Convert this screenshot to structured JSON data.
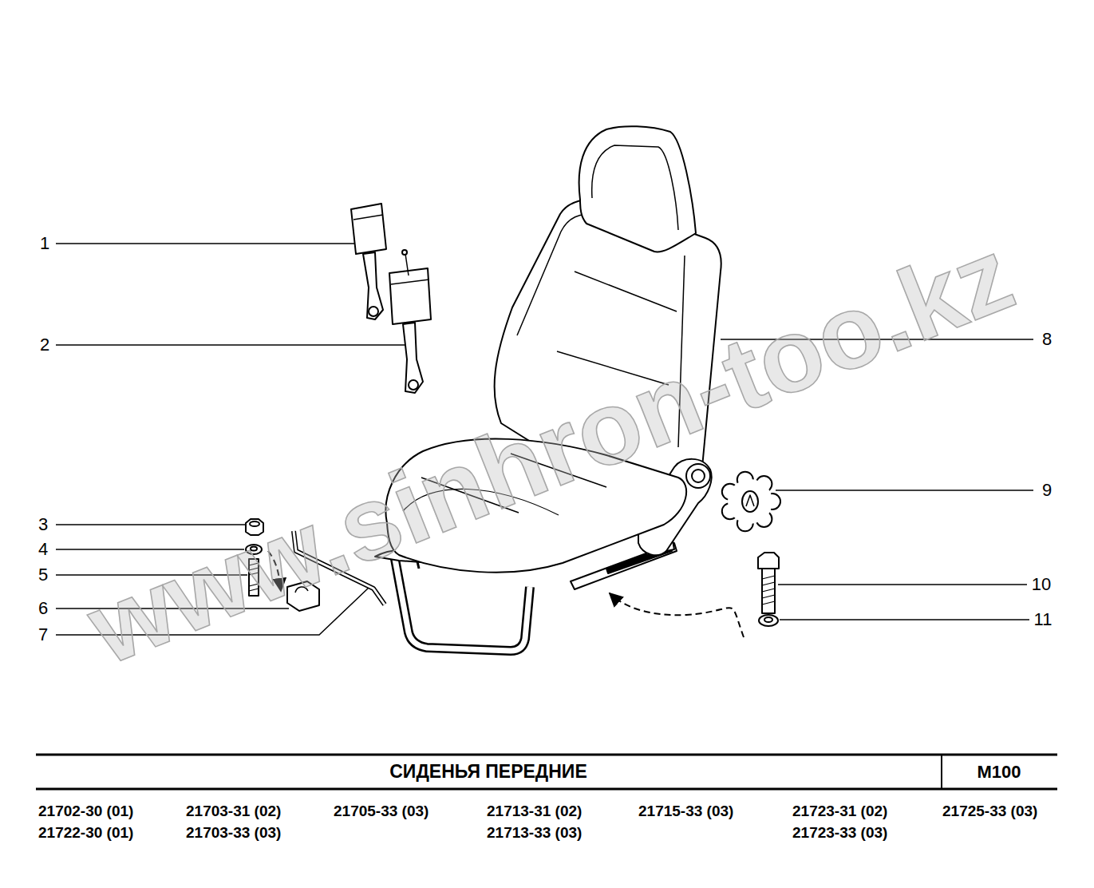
{
  "diagram": {
    "title": "СИДЕНЬЯ   ПЕРЕДНИЕ",
    "labels": [
      "1",
      "2",
      "3",
      "4",
      "5",
      "6",
      "7",
      "8",
      "9",
      "10",
      "11",
      "М100",
      "21702-30 (01)",
      "21722-30 (01)",
      "21703-31 (02)",
      "21703-33 (03)",
      "21705-33 (03)",
      "21713-31 (02)",
      "21713-33 (03)",
      "21715-33 (03)",
      "21723-31 (02)",
      "21723-33 (03)",
      "21725-33 (03)",
      "www.sinhron-too.kz"
    ]
  }
}
